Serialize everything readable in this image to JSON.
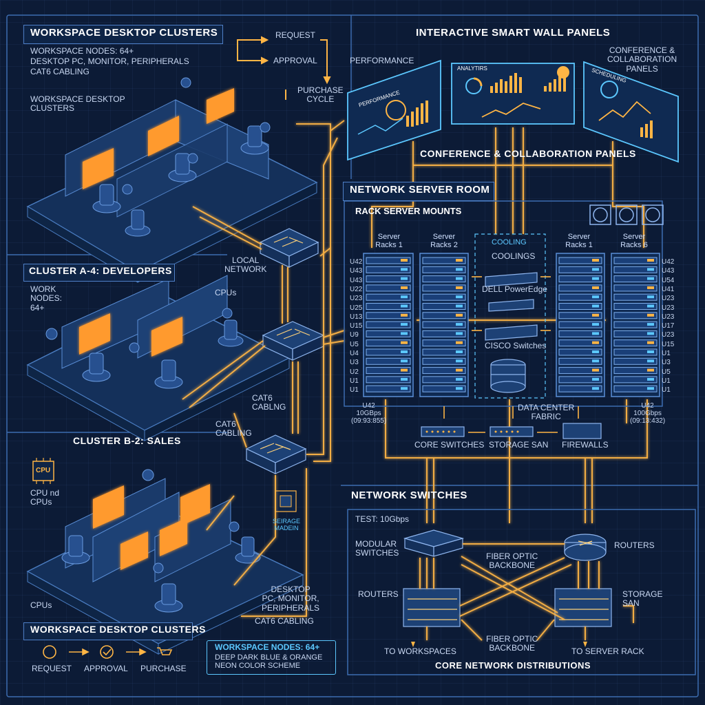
{
  "workspace": {
    "title": "WORKSPACE DESKTOP CLUSTERS",
    "nodes_line": "WORKSPACE NODES: 64+",
    "desc_line": "DESKTOP PC, MONITOR, PERIPHERALS",
    "cabling_line": "CAT6 CABLING",
    "cluster_label": "WORKSPACE DESKTOP\nCLUSTERS"
  },
  "purchase_cycle": {
    "request": "REQUEST",
    "approval": "APPROVAL",
    "purchase_cycle": "PURCHASE\nCYCLE"
  },
  "local_network": "LOCAL\nNETWORK",
  "cluster_a4": {
    "title": "CLUSTER A-4: DEVELOPERS",
    "work_nodes": "WORK\nNODES:\n64+",
    "cpus": "CPUs"
  },
  "cabling": {
    "cat6_a": "CAT6\nCABLNG",
    "cat6_b": "CAT6\nCABLING",
    "cat6_c": "CAT6 CABLING"
  },
  "cluster_b2": {
    "title": "CLUSTER B-2: SALES",
    "cpu_chip": "CPU",
    "cpu_label": "CPU nd\nCPUs",
    "cpus": "CPUs",
    "seirage": "SEIRAGE\nMADEIN"
  },
  "desktop_note": "DESKTOP\nPC, MONITOR,\nPERIPHERALS",
  "bottom_legend": {
    "title": "WORKSPACE DESKTOP CLUSTERS",
    "steps": [
      "REQUEST",
      "APPROVAL",
      "PURCHASE"
    ],
    "nodes_line": "WORKSPACE NODES: 64+",
    "scheme_line": "DEEP DARK BLUE & ORANGE\nNEON COLOR SCHEME"
  },
  "wall_panels": {
    "title": "INTERACTIVE SMART WALL PANELS",
    "performance": "PERFORMANCE",
    "conference_top": "CONFERENCE &\nCOLLABORATION\nPANELS",
    "screen1_title": "PERFORMANCE",
    "screen2_title": "ANALYTIRS",
    "screen3_title": "SCHEDULING",
    "conference_bar": "CONFERENCE & COLLABORATION PANELS"
  },
  "server_room": {
    "title": "NETWORK SERVER ROOM",
    "rack_mounts": "RACK SERVER MOUNTS",
    "racks": [
      "Server\nRacks 1",
      "Server\nRacks 2",
      "Server\nRacks 1",
      "Server\nRacks 6"
    ],
    "cooling": "COOLING",
    "coolings": "COOLINGS",
    "dell": "DELL PowerEdge",
    "cisco": "CISCO Switches",
    "left_units": [
      "U42",
      "U43",
      "U43",
      "U22",
      "U23",
      "U25",
      "U13",
      "U15",
      "U9",
      "U5",
      "U4",
      "U3",
      "U2",
      "U1",
      "U1"
    ],
    "right_units": [
      "U42",
      "U43",
      "U54",
      "U41",
      "U23",
      "U23",
      "U23",
      "U17",
      "U23",
      "U15",
      "U1",
      "U3",
      "U5",
      "U1",
      "U1"
    ],
    "left_info": "U42\n10GBps\n(09:93:855)",
    "right_info": "U42\n100Gbps\n(09:13:432)",
    "data_center": "DATA CENTER\nFABRIC",
    "core_switches": "CORE SWITCHES",
    "storage_san": "STORAGE SAN",
    "firewalls": "FIREWALLS"
  },
  "network_switches": {
    "title": "NETWORK SWITCHES",
    "test": "TEST: 10Gbps",
    "modular": "MODULAR\nSWITCHES",
    "routers_right": "ROUTERS",
    "fiber_top": "FIBER OPTIC\nBACKBONE",
    "routers_left": "ROUTERS",
    "storage": "STORAGE\nSAN",
    "fiber_bottom": "FIBER OPTIC\nBACKBONE",
    "to_workspaces": "TO WORKSPACES",
    "to_server": "TO SERVER RACK",
    "core_dist": "CORE NETWORK DISTRIBUTIONS"
  },
  "colors": {
    "background": "#0c1b36",
    "neon_orange": "#ffb545",
    "line_blue": "#3d6db0",
    "screen_orange": "#ff9a2e"
  }
}
